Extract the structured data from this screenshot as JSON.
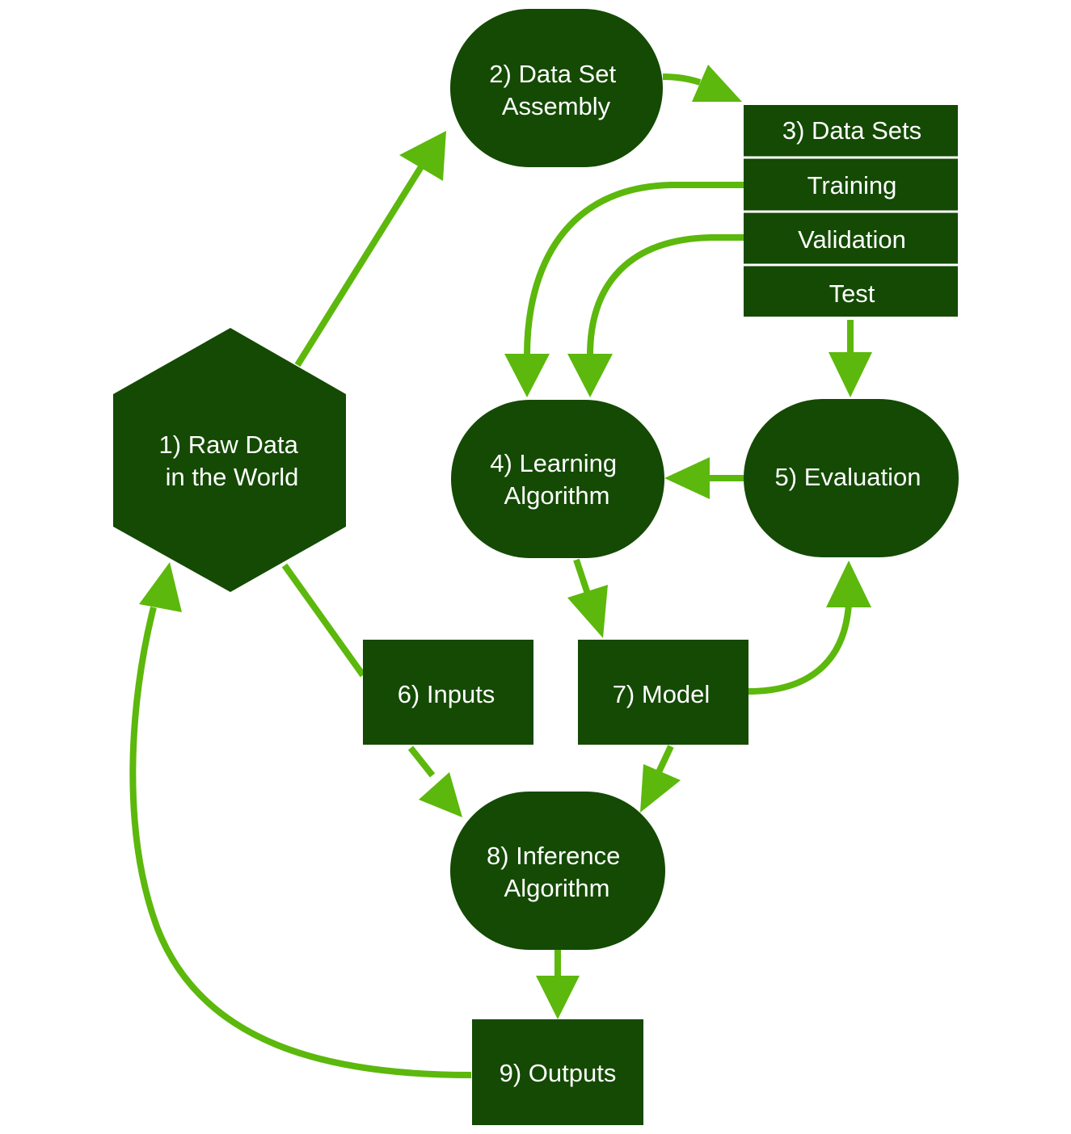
{
  "colors": {
    "node_fill": "#144a03",
    "arrow": "#5cb80c",
    "text": "#ffffff",
    "background": "#ffffff"
  },
  "nodes": {
    "raw_data": {
      "shape": "hexagon",
      "lines": [
        "1) Raw Data",
        "in the World"
      ]
    },
    "data_set_assembly": {
      "shape": "stadium",
      "lines": [
        "2) Data Set",
        "Assembly"
      ]
    },
    "data_sets": {
      "shape": "stacked-rectangles",
      "title": "3) Data Sets",
      "rows": [
        "Training",
        "Validation",
        "Test"
      ]
    },
    "learning_algorithm": {
      "shape": "stadium",
      "lines": [
        "4) Learning",
        "Algorithm"
      ]
    },
    "evaluation": {
      "shape": "stadium",
      "lines": [
        "5) Evaluation"
      ]
    },
    "inputs": {
      "shape": "rectangle",
      "lines": [
        "6) Inputs"
      ]
    },
    "model": {
      "shape": "rectangle",
      "lines": [
        "7) Model"
      ]
    },
    "inference_algorithm": {
      "shape": "stadium",
      "lines": [
        "8) Inference",
        "Algorithm"
      ]
    },
    "outputs": {
      "shape": "rectangle",
      "lines": [
        "9) Outputs"
      ]
    }
  },
  "edges": [
    {
      "from": "raw_data",
      "to": "data_set_assembly"
    },
    {
      "from": "data_set_assembly",
      "to": "data_sets"
    },
    {
      "from": "data_sets.training",
      "to": "learning_algorithm"
    },
    {
      "from": "data_sets.validation",
      "to": "learning_algorithm"
    },
    {
      "from": "data_sets.test",
      "to": "evaluation"
    },
    {
      "from": "evaluation",
      "to": "learning_algorithm"
    },
    {
      "from": "learning_algorithm",
      "to": "model"
    },
    {
      "from": "model",
      "to": "evaluation"
    },
    {
      "from": "raw_data",
      "to": "inputs"
    },
    {
      "from": "inputs",
      "to": "inference_algorithm"
    },
    {
      "from": "model",
      "to": "inference_algorithm"
    },
    {
      "from": "inference_algorithm",
      "to": "outputs"
    },
    {
      "from": "outputs",
      "to": "raw_data"
    }
  ]
}
